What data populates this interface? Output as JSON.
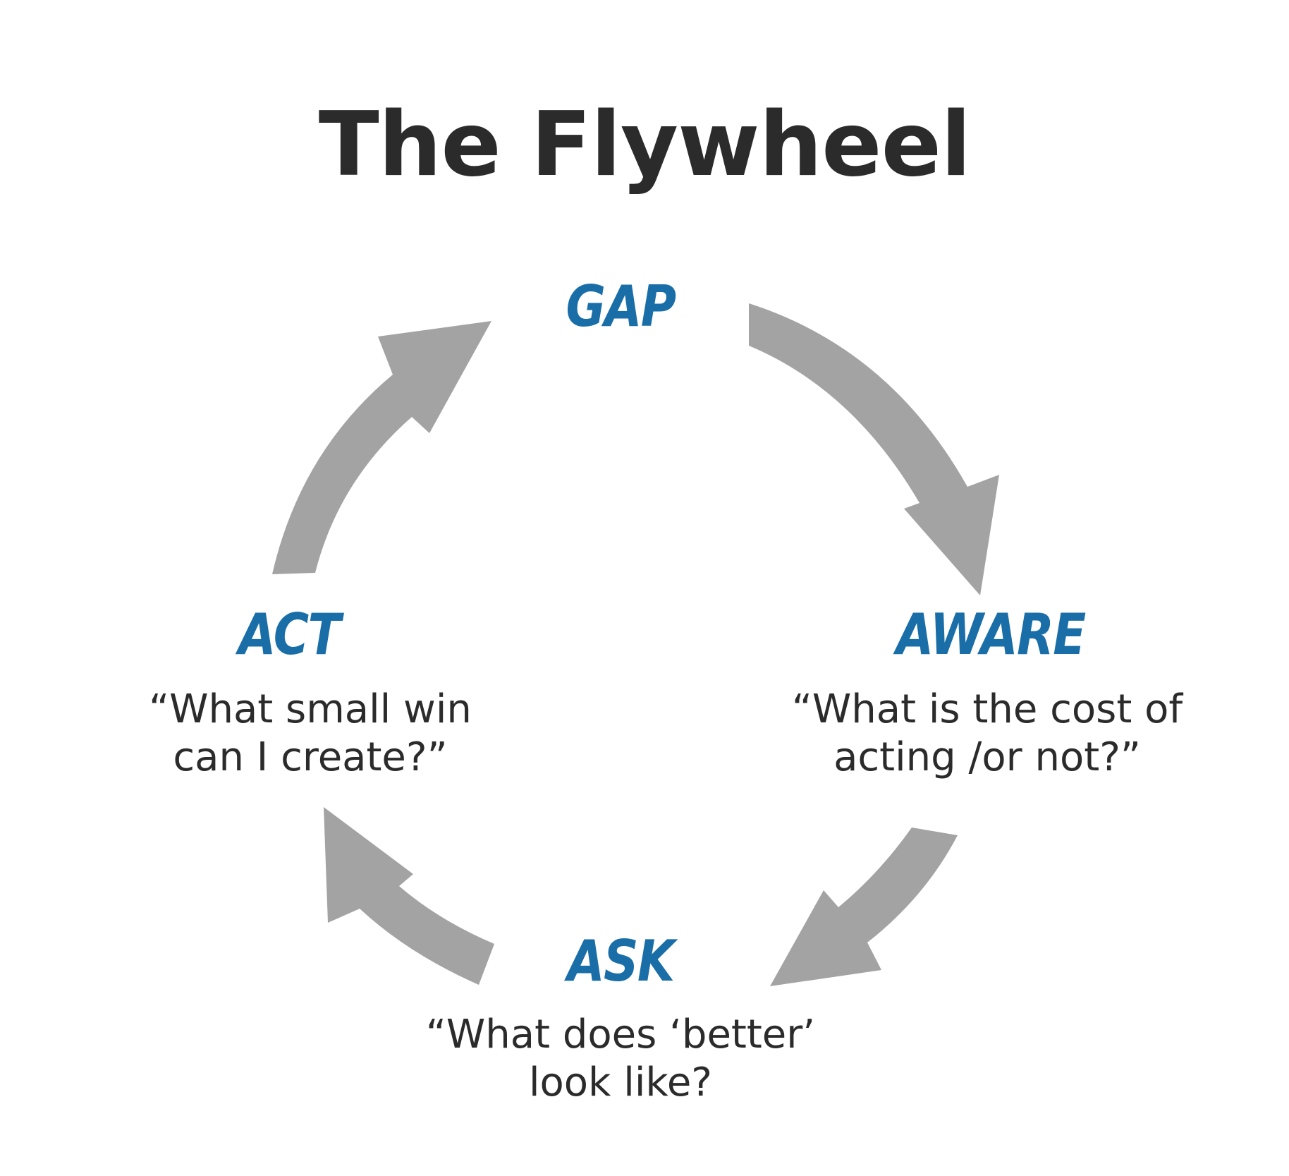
{
  "diagram": {
    "title": "The Flywheel",
    "stages": {
      "gap": {
        "label": "GAP"
      },
      "aware": {
        "label": "AWARE",
        "question": "“What is the cost of\nacting /or not?”"
      },
      "ask": {
        "label": "ASK",
        "question": "“What does ‘better’\nlook like?"
      },
      "act": {
        "label": "ACT",
        "question": "“What small win\ncan I create?”"
      }
    },
    "colors": {
      "title": "#2b2b2b",
      "stage_label": "#1a6ea8",
      "question_text": "#2b2b2b",
      "arrow": "#a3a3a3"
    }
  }
}
